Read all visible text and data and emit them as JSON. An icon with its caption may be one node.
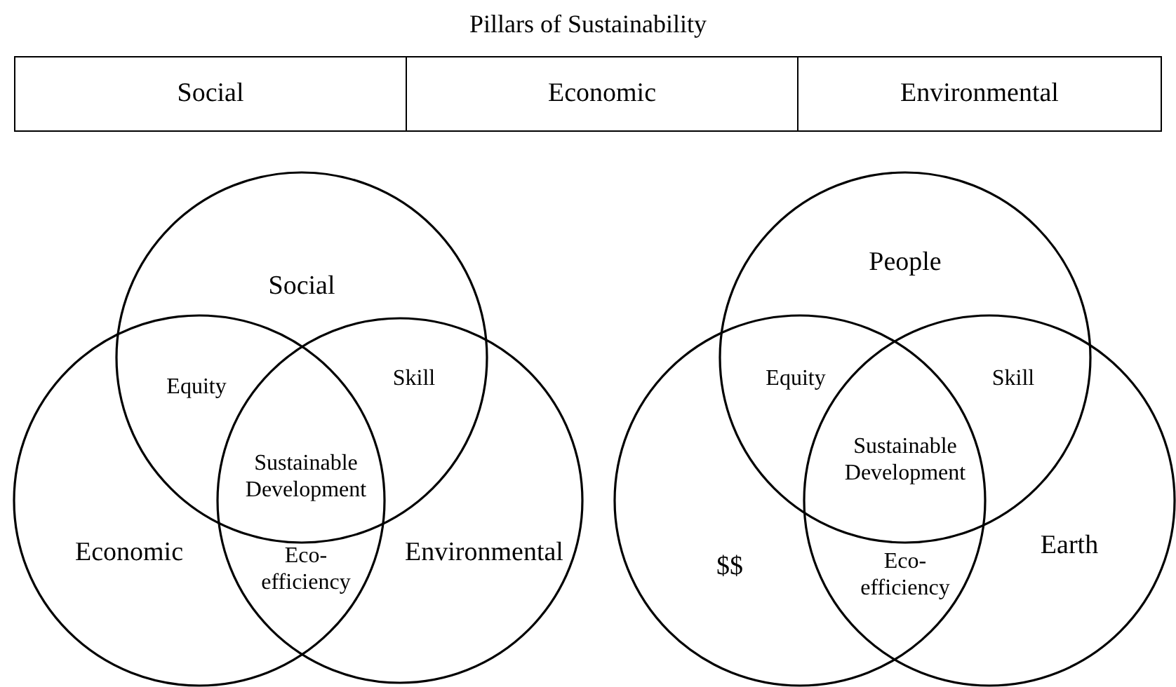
{
  "diagram": {
    "title": "Pillars of Sustainability",
    "nodes": [
      {
        "text": [
          "Social"
        ]
      },
      {
        "text": [
          "Economic"
        ]
      },
      {
        "text": [
          "Environmental"
        ]
      },
      {
        "text": [
          "People"
        ]
      },
      {
        "text": [
          "$$"
        ]
      },
      {
        "text": [
          "Earth"
        ]
      }
    ],
    "labels": [
      "Social",
      "Economic",
      "Environmental",
      "Equity",
      "Skill",
      "Sustainable Development",
      "Eco-efficiency",
      "Equity",
      "Skill",
      "Sustainable Development",
      "Eco-efficiency"
    ]
  }
}
